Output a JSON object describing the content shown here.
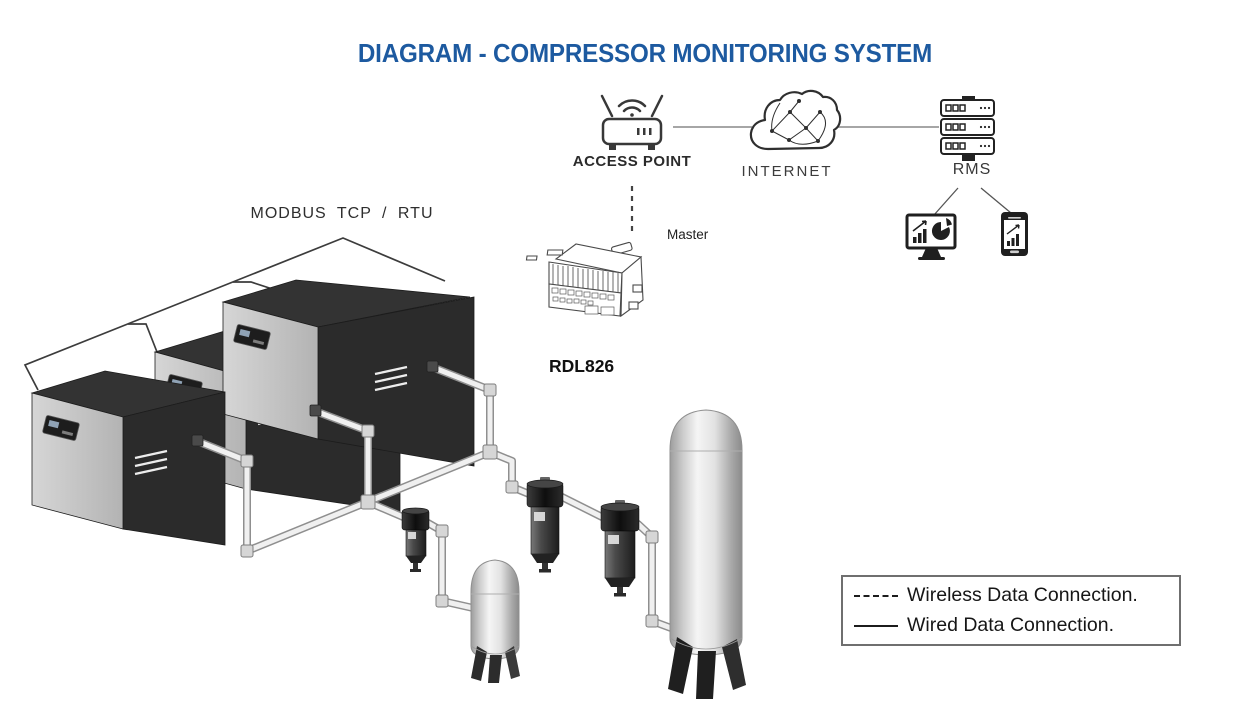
{
  "title": "DIAGRAM - COMPRESSOR MONITORING SYSTEM",
  "network": {
    "access_point_label": "ACCESS POINT",
    "internet_label": "INTERNET",
    "rms_label": "RMS",
    "master_label": "Master",
    "gateway_model": "RDL826",
    "protocol_label": "MODBUS TCP / RTU"
  },
  "legend": {
    "wireless_label": "Wireless Data Connection.",
    "wired_label": "Wired Data Connection."
  },
  "colors": {
    "title_blue": "#1d5aa0",
    "wire_dark": "#3c3c3c",
    "connector_gray": "#9a9a9a",
    "compressor_dark": "#2e2e2e",
    "compressor_light": "#c9c9c9",
    "pipe_fill": "#f0f0f0",
    "tank_highlight": "#f4f4f4",
    "filter_dark": "#242424"
  },
  "icons": [
    "wifi-router-icon",
    "internet-cloud-icon",
    "server-stack-icon",
    "monitor-dashboard-icon",
    "smartphone-chart-icon"
  ],
  "equipment": {
    "compressor_count": 3,
    "inline_filter_count": 3,
    "receiver_tank_count": 2
  }
}
